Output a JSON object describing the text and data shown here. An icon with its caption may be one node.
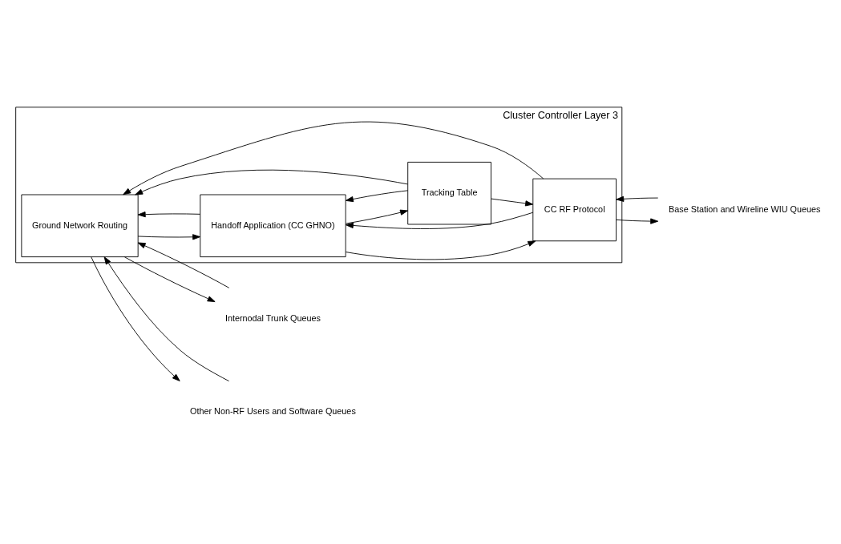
{
  "diagram": {
    "nodes": [
      {
        "text": [
          "Cluster Controller Layer 3"
        ]
      },
      {
        "text": [
          "Ground Network Routing"
        ],
        "in": 0
      },
      {
        "text": [
          "Handoff Application (CC GHNO)"
        ],
        "in": 0
      },
      {
        "text": [
          "CC RF Protocol"
        ],
        "in": 0
      },
      {
        "text": [
          "Tracking Table"
        ],
        "in": 0
      },
      {
        "text": [
          "Internodal Trunk Queues"
        ]
      },
      {
        "text": [
          "Base Station and Wireline WIU Queues"
        ]
      },
      {
        "text": [
          "Other Non-RF Users and Software Queues"
        ]
      }
    ],
    "edges": [
      {
        "from": 1,
        "to": 5,
        "arrow": "to"
      },
      {
        "from": 5,
        "to": 1,
        "arrow": "to"
      },
      {
        "from": 2,
        "to": 1,
        "arrow": "to"
      },
      {
        "from": 1,
        "to": 2,
        "arrow": "to"
      },
      {
        "from": 3,
        "to": 2,
        "arrow": "to"
      },
      {
        "from": 2,
        "to": 3,
        "arrow": "to"
      },
      {
        "from": 6,
        "to": 3,
        "arrow": "to"
      },
      {
        "from": 3,
        "to": 6,
        "arrow": "to"
      },
      {
        "from": 3,
        "to": 1,
        "arrow": "to"
      },
      {
        "from": 2,
        "to": 4,
        "arrow": "to"
      },
      {
        "from": 4,
        "to": 2,
        "arrow": "to"
      },
      {
        "from": 4,
        "to": 1,
        "arrow": "to"
      },
      {
        "from": 4,
        "to": 3,
        "arrow": "to"
      },
      {
        "from": 1,
        "to": 7,
        "arrow": "to"
      },
      {
        "from": 7,
        "to": 1,
        "arrow": "to"
      }
    ]
  }
}
